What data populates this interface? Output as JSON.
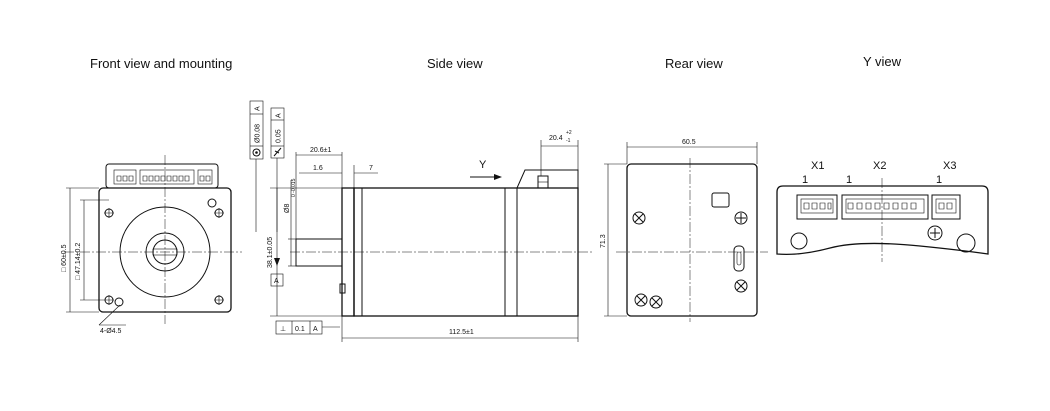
{
  "titles": {
    "front": "Front view and mounting",
    "side": "Side view",
    "rear": "Rear view",
    "y": "Y view"
  },
  "front": {
    "dim_square": "□ 60±0.5",
    "dim_holes": "□ 47.14±0.2",
    "dim_mount": "4-Ø4.5"
  },
  "side": {
    "tol_runout_value": "Ø0.08",
    "tol_runout_ref": "A",
    "tol_perp_value": "0.05",
    "tol_perp_ref": "A",
    "dim_20_6": "20.6±1",
    "dim_1_6": "1.6",
    "dim_7": "7",
    "dim_20_4": "20.4",
    "dim_20_4_tol_up": "+2",
    "dim_20_4_tol_down": "-1",
    "dim_shaft": "Ø8",
    "dim_shaft_tol": "0 -0.015",
    "dim_pilot": "38.1±0.05",
    "datum": "A",
    "y_label": "Y",
    "flat_symbol": "⊥",
    "flat_value": "0.1",
    "flat_ref": "A",
    "dim_length": "112.5±1"
  },
  "rear": {
    "dim_width": "60.5",
    "dim_height": "71.3"
  },
  "yview": {
    "x1": "X1",
    "x2": "X2",
    "x3": "X3",
    "pin1_a": "1",
    "pin1_b": "1",
    "pin1_c": "1"
  }
}
